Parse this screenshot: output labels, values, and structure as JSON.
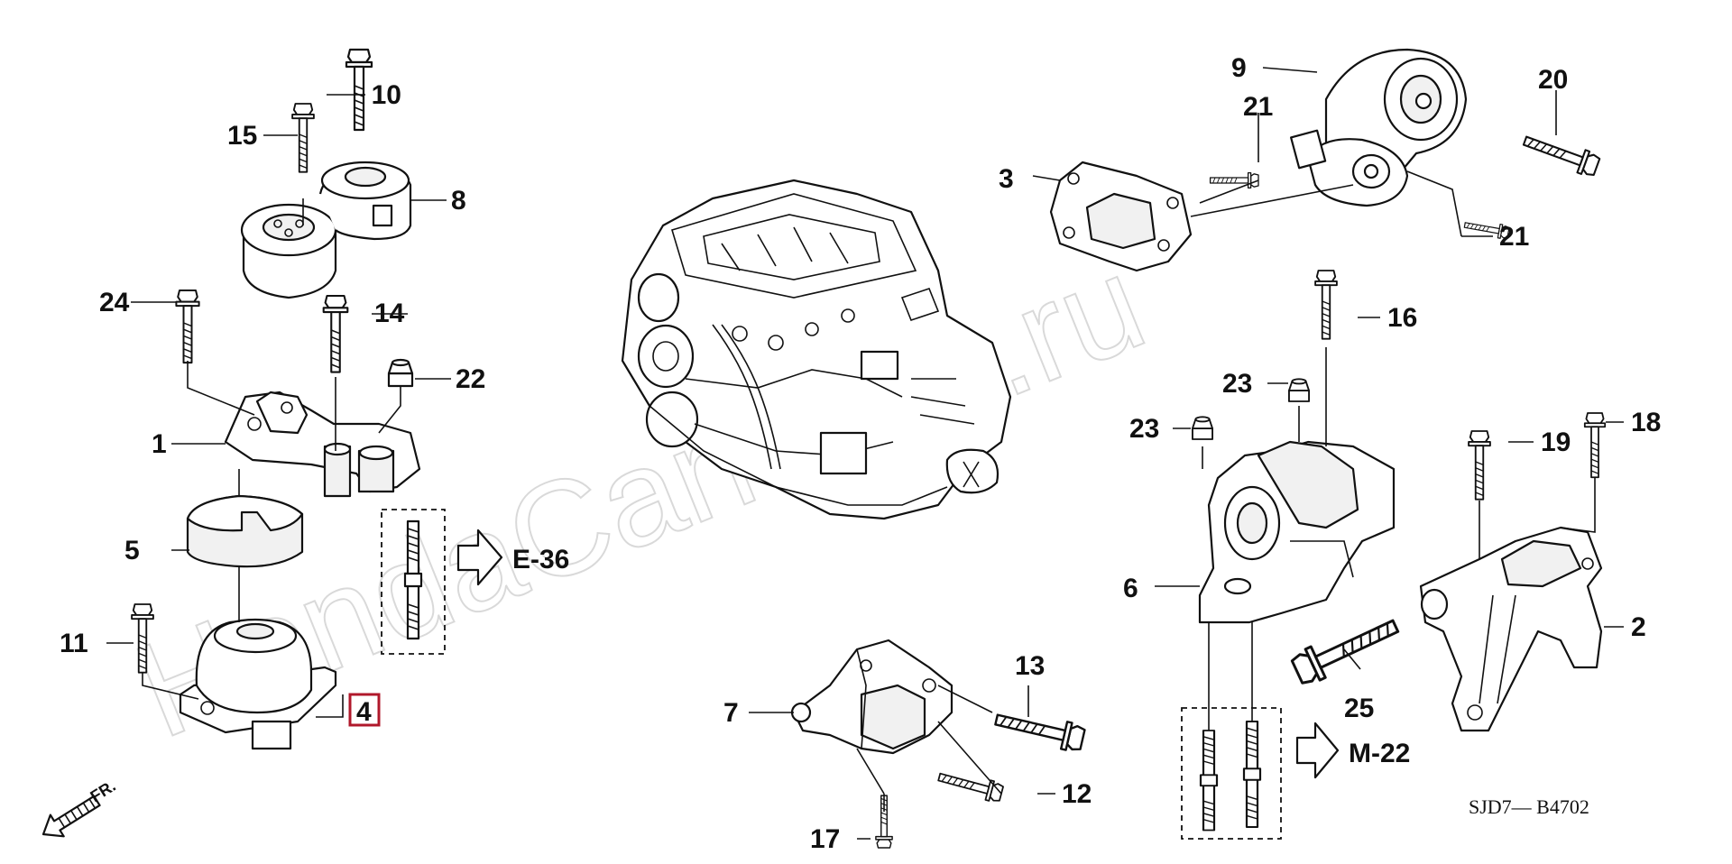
{
  "watermark": "HondaCarMine.ru",
  "direction_label": "FR.",
  "diagram_code": "SJD7— B4702",
  "refs": {
    "e36": "E-36",
    "m22": "M-22"
  },
  "callouts": {
    "c1": "1",
    "c2": "2",
    "c3": "3",
    "c4": "4",
    "c5": "5",
    "c6": "6",
    "c7": "7",
    "c8": "8",
    "c9": "9",
    "c10": "10",
    "c11": "11",
    "c12": "12",
    "c13": "13",
    "c14": "14",
    "c15": "15",
    "c16": "16",
    "c17": "17",
    "c18": "18",
    "c19": "19",
    "c20": "20",
    "c21a": "21",
    "c21b": "21",
    "c22": "22",
    "c23a": "23",
    "c23b": "23",
    "c24": "24",
    "c25": "25"
  },
  "highlighted_callout": "4",
  "colors": {
    "line": "#111111",
    "highlight": "#b0182b",
    "watermark": "#d9d9d9"
  }
}
